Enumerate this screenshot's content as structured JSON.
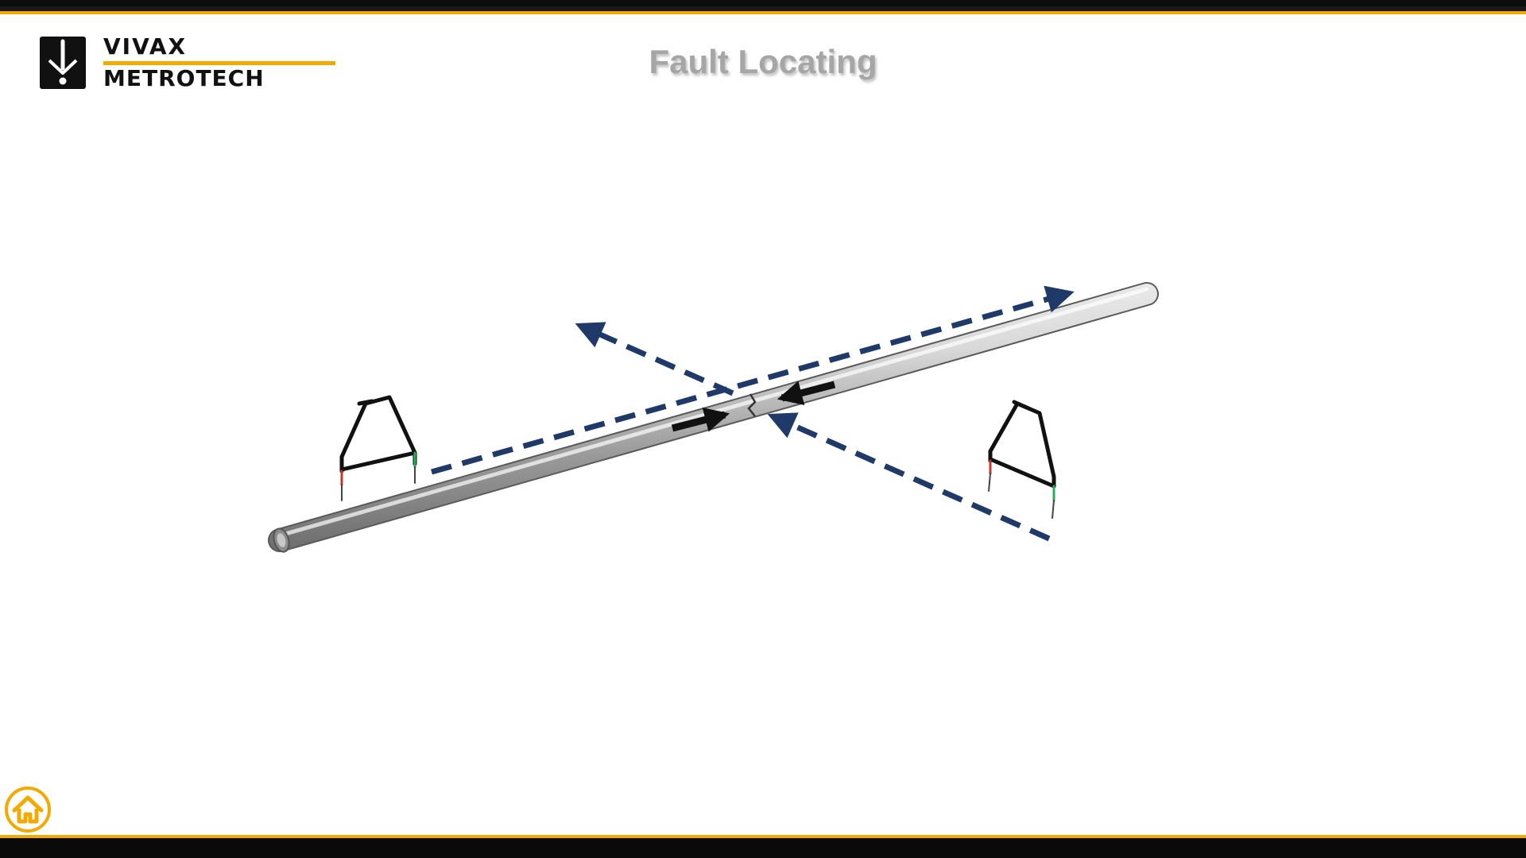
{
  "header": {
    "logo_line1": "VIVAX",
    "logo_line2": "METROTECH",
    "title": "Fault Locating"
  },
  "colors": {
    "accent": "#f2a900",
    "bar": "#0d0d0d",
    "title": "#a6a6a6",
    "field_arrow": "#1f3a68",
    "current_arrow": "#111111",
    "probe_red": "#c0392b",
    "probe_green": "#27ae60"
  },
  "icons": {
    "logo_mark": "down-arrow-logo-icon",
    "home": "home-icon"
  }
}
